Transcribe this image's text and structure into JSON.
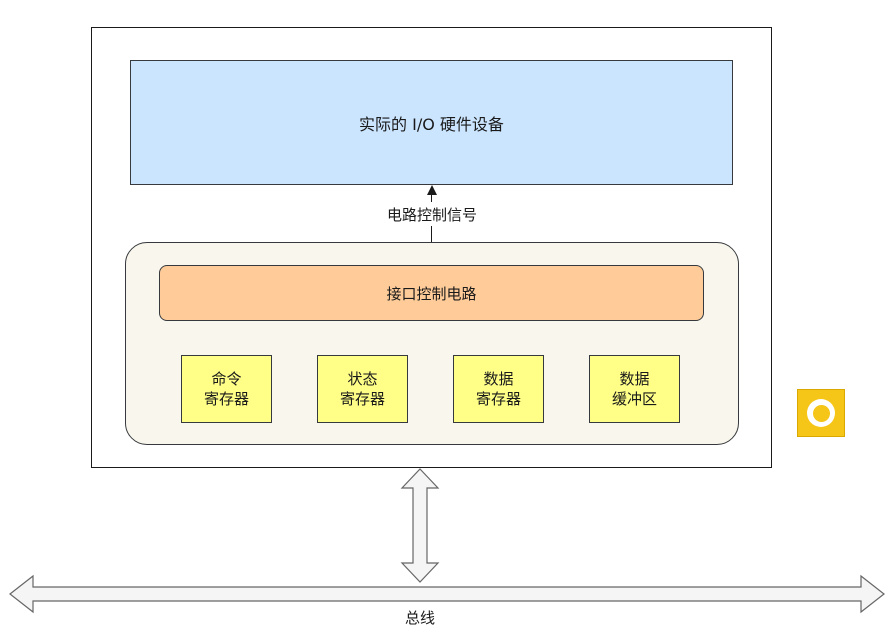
{
  "device": {
    "label": "实际的 I/O 硬件设备"
  },
  "signal": {
    "label": "电路控制信号"
  },
  "interface": {
    "control_label": "接口控制电路",
    "registers": [
      {
        "line1": "命令",
        "line2": "寄存器"
      },
      {
        "line1": "状态",
        "line2": "寄存器"
      },
      {
        "line1": "数据",
        "line2": "寄存器"
      },
      {
        "line1": "数据",
        "line2": "缓冲区"
      }
    ]
  },
  "bus": {
    "label": "总线"
  },
  "colors": {
    "device_fill": "#cce5ff",
    "control_fill": "#ffcc99",
    "register_fill": "#ffff88",
    "panel_fill": "#f9f7ed",
    "arrow_fill": "#f5f5f5",
    "badge_fill": "#f5c518"
  },
  "icons": {
    "badge": "ring-target-icon"
  }
}
